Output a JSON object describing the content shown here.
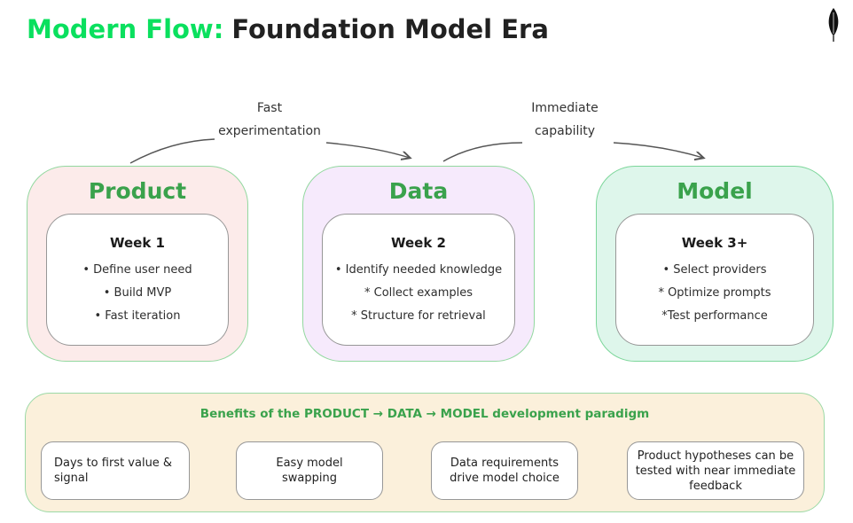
{
  "header": {
    "title": {
      "highlight": "Modern Flow:",
      "rest": "Foundation Model Era"
    },
    "logo_icon": "mongodb-leaf-icon"
  },
  "arrows": [
    {
      "line1": "Fast",
      "line2": "experimentation"
    },
    {
      "line1": "Immediate",
      "line2": "capability"
    }
  ],
  "stages": [
    {
      "title": "Product",
      "week": "Week 1",
      "items": [
        "• Define user need",
        "• Build MVP",
        "• Fast iteration"
      ],
      "fill": "#fcebea"
    },
    {
      "title": "Data",
      "week": "Week 2",
      "items": [
        "• Identify needed knowledge",
        "* Collect examples",
        "* Structure for retrieval"
      ],
      "fill": "#f6eafc"
    },
    {
      "title": "Model",
      "week": "Week 3+",
      "items": [
        "• Select providers",
        "* Optimize prompts",
        "*Test performance"
      ],
      "fill": "#def6eb"
    }
  ],
  "benefits": {
    "heading": "Benefits of the PRODUCT → DATA → MODEL development paradigm",
    "cards": [
      "Days to first value & signal",
      "Easy model swapping",
      "Data requirements drive model choice",
      "Product hypotheses can be tested with near immediate feedback"
    ]
  },
  "colors": {
    "title_green": "#0ae05e",
    "heading_green": "#3aa24c",
    "box_border_green": "#92d89f",
    "model_border_green": "#7cd69a",
    "benefits_fill": "#fbf0db",
    "benefits_border": "#9cd9a6",
    "inner_card_border": "#979797",
    "arrow_gray": "#555555"
  }
}
